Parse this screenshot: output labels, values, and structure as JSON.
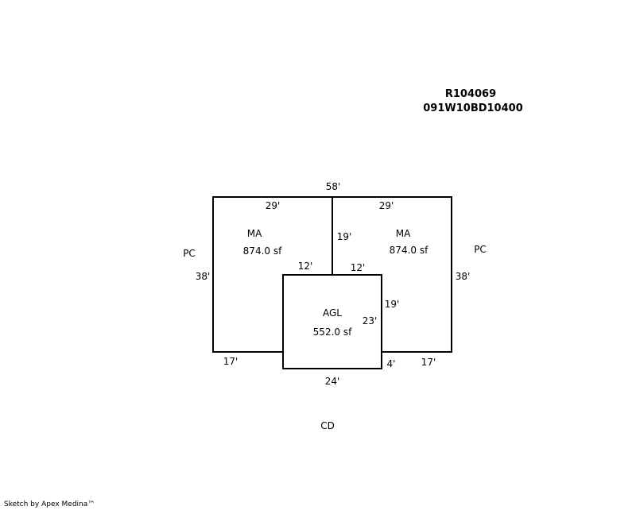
{
  "header": {
    "parcel_id": "R104069",
    "map_id": "091W10BD10400"
  },
  "dimensions": {
    "top_total": "58'",
    "top_left": "29'",
    "top_right": "29'",
    "left_side": "38'",
    "right_side": "38'",
    "center_divider": "19'",
    "agl_top_left": "12'",
    "agl_top_right": "12'",
    "agl_right_upper": "19'",
    "agl_right": "23'",
    "bottom_left": "17'",
    "bottom_right": "17'",
    "agl_bottom": "24'",
    "agl_step": "4'"
  },
  "areas": {
    "ma_left": {
      "code": "MA",
      "area": "874.0 sf"
    },
    "ma_right": {
      "code": "MA",
      "area": "874.0 sf"
    },
    "agl": {
      "code": "AGL",
      "area": "552.0 sf"
    }
  },
  "codes": {
    "pc_left": "PC",
    "pc_right": "PC",
    "cd": "CD"
  },
  "footer": {
    "credit": "Sketch by Apex Medina™"
  },
  "colors": {
    "line": "#000000",
    "background": "#ffffff"
  }
}
